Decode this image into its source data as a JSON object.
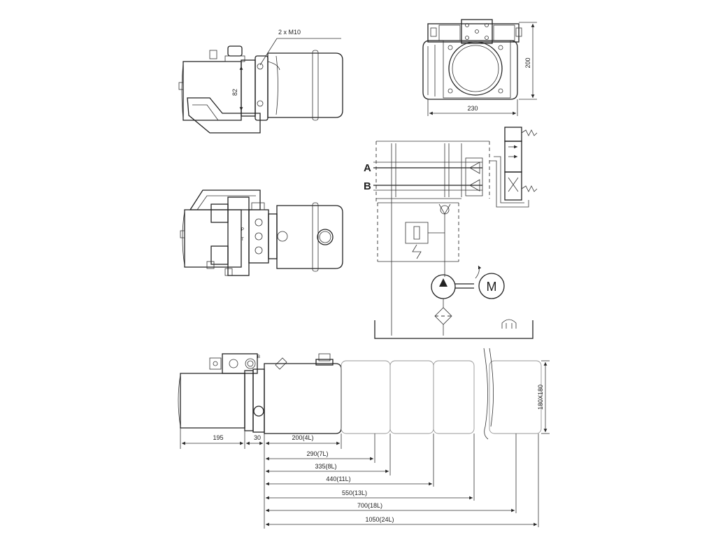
{
  "top_view": {
    "bolt_callout": "2 x M10",
    "dim_flange": "82"
  },
  "end_view": {
    "dim_height": "200",
    "dim_width": "230"
  },
  "schematic": {
    "port_a": "A",
    "port_b": "B",
    "motor_label": "M"
  },
  "side_view": {
    "dim_height": "180X180",
    "dim_motor": "195",
    "dim_adapter": "30",
    "dim_tank_base": "200(4L)",
    "tank_lengths": [
      "290(7L)",
      "335(8L)",
      "440(11L)",
      "550(13L)",
      "700(18L)",
      "1050(24L)"
    ]
  }
}
